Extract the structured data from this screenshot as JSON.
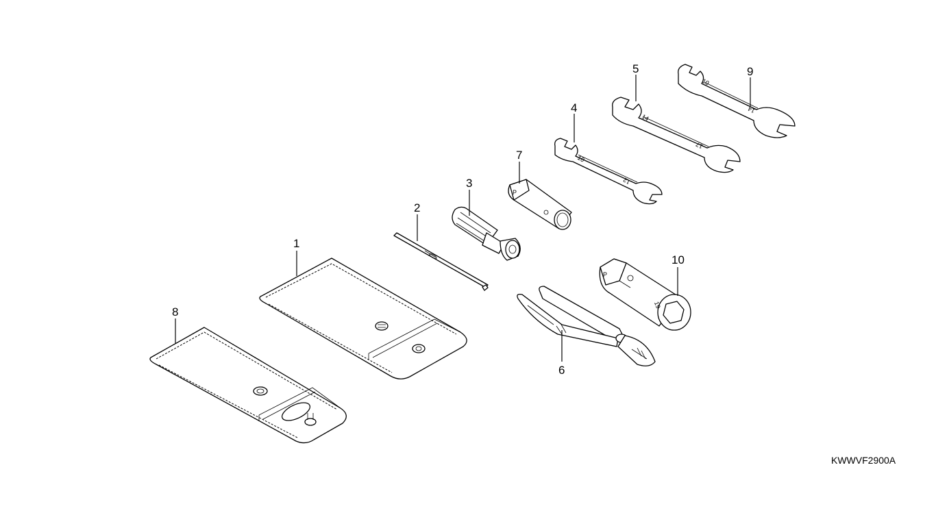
{
  "diagram_code": "KWWVF2900A",
  "callouts": [
    {
      "number": "1"
    },
    {
      "number": "2"
    },
    {
      "number": "3"
    },
    {
      "number": "4"
    },
    {
      "number": "5"
    },
    {
      "number": "6"
    },
    {
      "number": "7"
    },
    {
      "number": "8"
    },
    {
      "number": "9"
    },
    {
      "number": "10"
    }
  ],
  "wrench_stamps": {
    "wrench_4": [
      "10",
      "12"
    ],
    "wrench_5": [
      "14",
      "17"
    ],
    "wrench_9": [
      "10",
      "14"
    ]
  },
  "socket_stamps": {
    "socket_7": "P",
    "box_wrench_10": [
      "P",
      "19"
    ]
  }
}
